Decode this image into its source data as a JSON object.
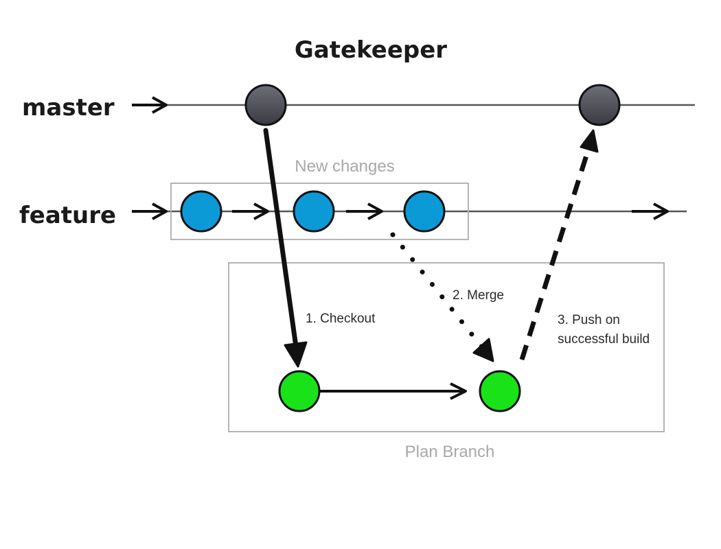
{
  "title": "Gatekeeper",
  "branches": {
    "master": "master",
    "feature": "feature"
  },
  "boxes": {
    "new_changes": "New changes",
    "plan_branch": "Plan Branch"
  },
  "steps": {
    "checkout": "1. Checkout",
    "merge": "2. Merge",
    "push_line1": "3. Push on",
    "push_line2": "successful build"
  },
  "colors": {
    "master_node": "#5c5c66",
    "feature_node": "#0b9ad6",
    "plan_node": "#19e219",
    "box_stroke": "#b4b4b4"
  }
}
